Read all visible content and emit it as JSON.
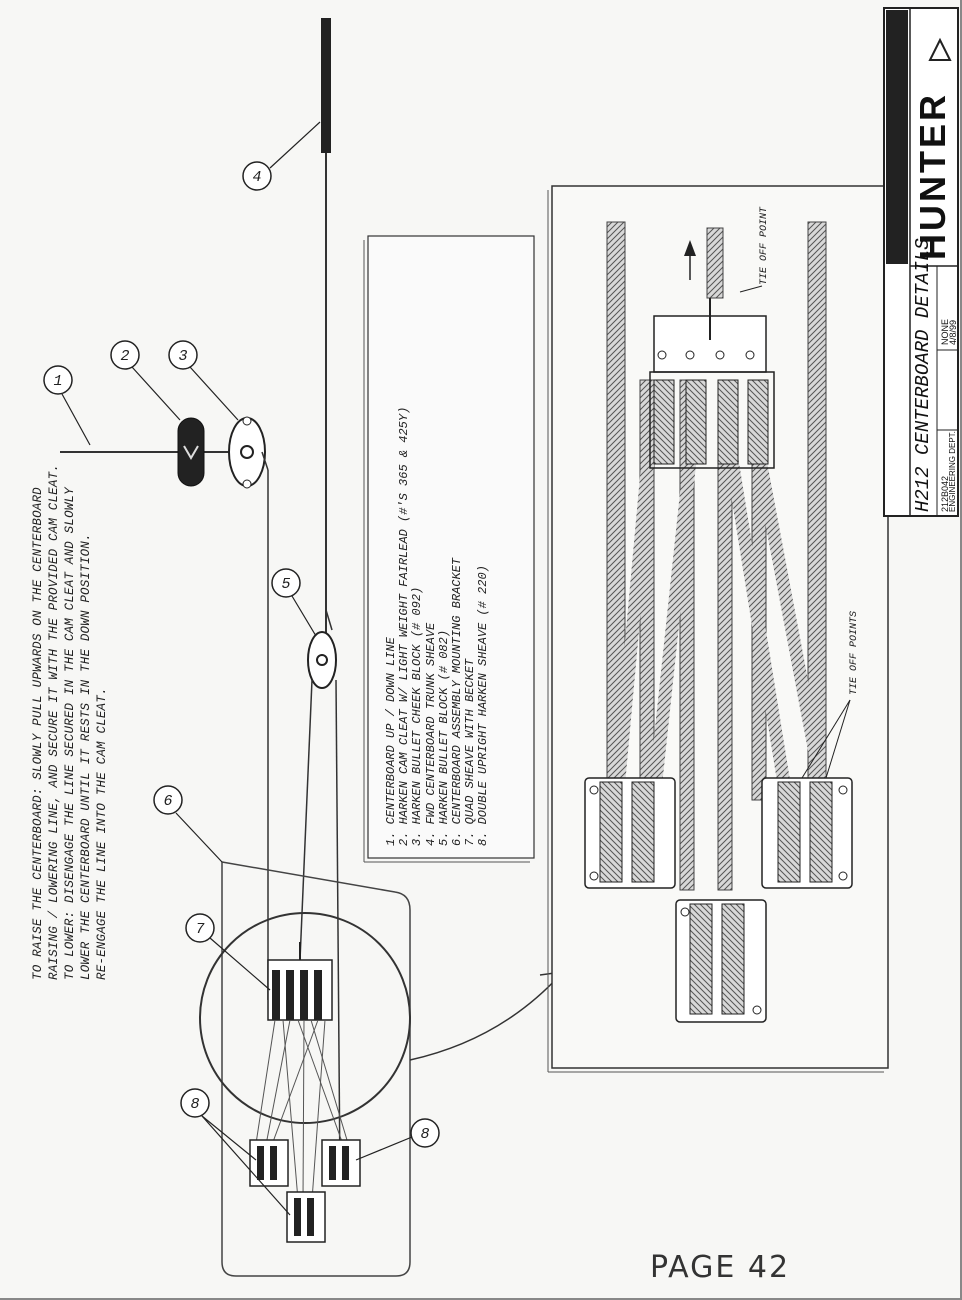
{
  "instructions": [
    "TO RAISE THE CENTERBOARD: SLOWLY PULL UPWARDS ON THE CENTERBOARD",
    "RAISING / LOWERING LINE, AND SECURE IT WITH THE PROVIDED CAM CLEAT.",
    "TO LOWER: DISENGAGE THE LINE SECURED IN THE CAM CLEAT AND SLOWLY",
    "LOWER THE CENTERBOARD UNTIL IT RESTS IN THE DOWN POSITION.",
    "RE-ENGAGE THE LINE INTO THE CAM CLEAT."
  ],
  "legend": [
    "1.  CENTERBOARD UP / DOWN LINE",
    "2.  HARKEN CAM CLEAT W/ LIGHT WEIGHT FAIRLEAD (#'S 365 & 425Y)",
    "3.  HARKEN BULLET CHEEK BLOCK (# 092)",
    "4.  FWD CENTERBOARD TRUNK SHEAVE",
    "5.  HARKEN BULLET BLOCK (# 082)",
    "6.  CENTERBOARD ASSEMBLY MOUNTING BRACKET",
    "7.  QUAD SHEAVE WITH BECKET",
    "8.  DOUBLE UPRIGHT HARKEN SHEAVE (# 220)"
  ],
  "callouts": [
    "1",
    "2",
    "3",
    "4",
    "5",
    "6",
    "7",
    "8",
    "8"
  ],
  "detail_labels": {
    "tie_off_point": "TIE OFF POINT",
    "tie_off_points": "TIE OFF POINTS"
  },
  "title_block": {
    "drawing_title": "H212 CENTERBOARD DETAILS",
    "drawing_no": "212B042",
    "revision": "NONE",
    "drawn_by": "ENGINEERING DEPT.",
    "date": "4/8/99",
    "brand": "HUNTER"
  },
  "page_label": "PAGE  42"
}
